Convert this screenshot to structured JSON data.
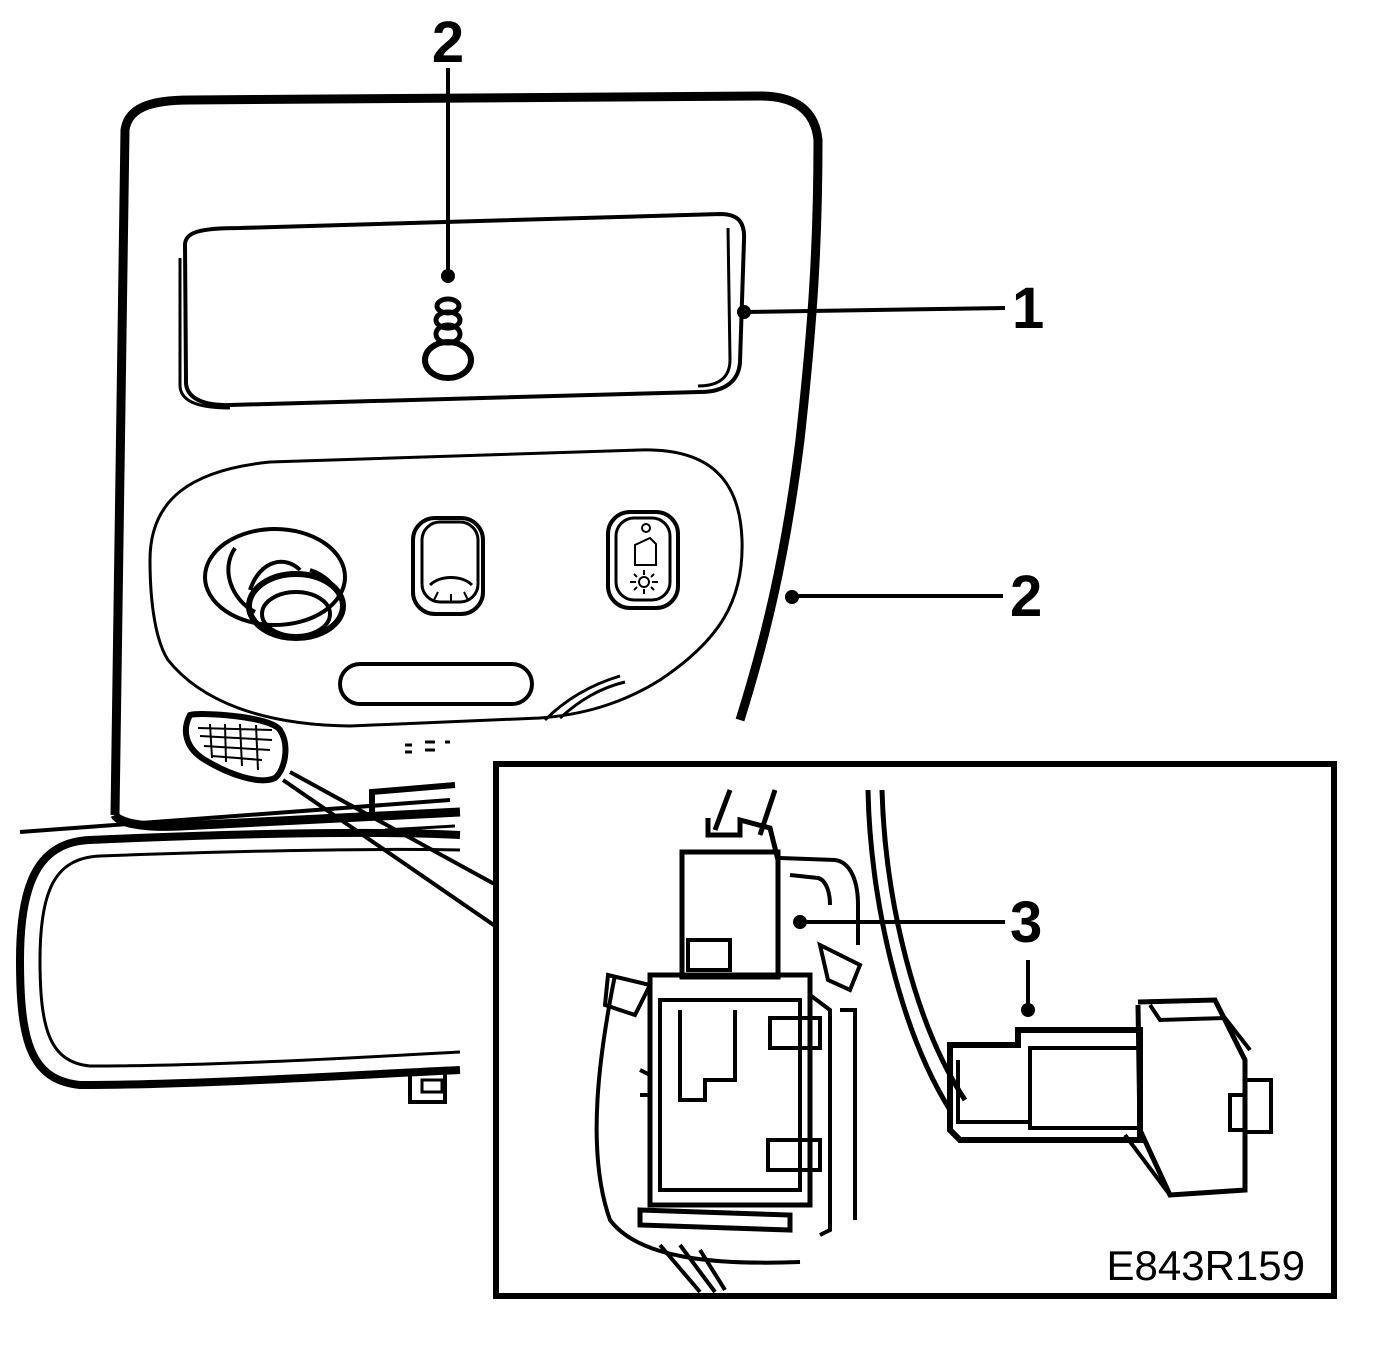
{
  "callouts": {
    "one": "1",
    "two_top": "2",
    "two_right": "2",
    "three": "3"
  },
  "figure_code": "E843R159",
  "colors": {
    "ink": "#000000",
    "paper": "#ffffff"
  }
}
